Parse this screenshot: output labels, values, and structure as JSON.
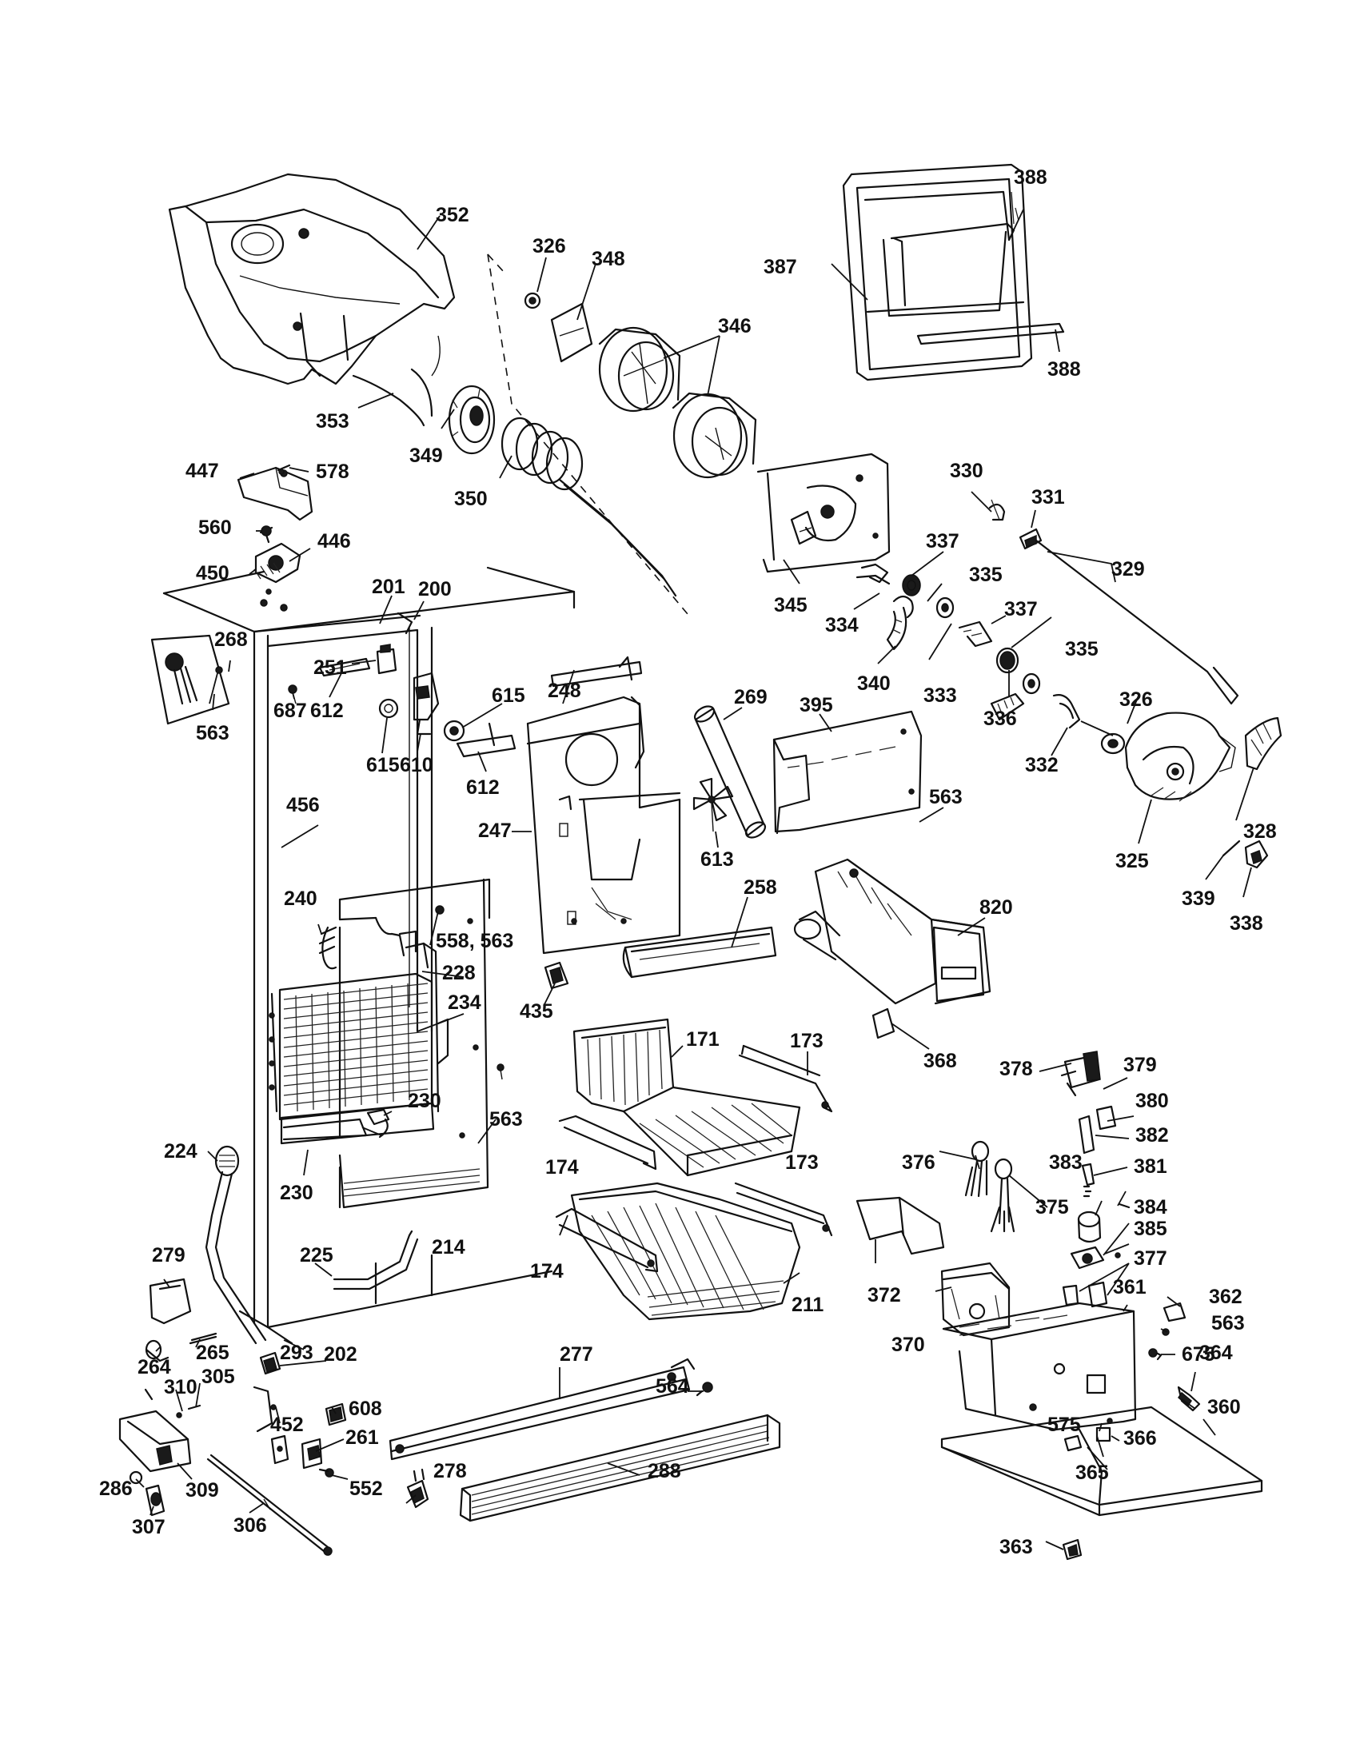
{
  "diagram": {
    "callouts": {
      "c352": "352",
      "c326a": "326",
      "c348": "348",
      "c346": "346",
      "c388a": "388",
      "c387": "387",
      "c388b": "388",
      "c353": "353",
      "c349": "349",
      "c350": "350",
      "c447": "447",
      "c578": "578",
      "c560": "560",
      "c446": "446",
      "c450": "450",
      "c345": "345",
      "c330": "330",
      "c331": "331",
      "c329": "329",
      "c337a": "337",
      "c335a": "335",
      "c334": "334",
      "c340": "340",
      "c333": "333",
      "c337b": "337",
      "c335b": "335",
      "c336": "336",
      "c332": "332",
      "c326b": "326",
      "c325": "325",
      "c328": "328",
      "c339": "339",
      "c338": "338",
      "c201": "201",
      "c200": "200",
      "c268": "268",
      "c563a": "563",
      "c251": "251",
      "c687": "687",
      "c612a": "612",
      "c615a": "615",
      "c615b": "615",
      "c610": "610",
      "c612b": "612",
      "c248": "248",
      "c269": "269",
      "c395": "395",
      "c563b": "563",
      "c456": "456",
      "c247": "247",
      "c613": "613",
      "c258": "258",
      "c820": "820",
      "c240": "240",
      "c558_563": "558, 563",
      "c228": "228",
      "c234": "234",
      "c435": "435",
      "c171": "171",
      "c173a": "173",
      "c368": "368",
      "c378": "378",
      "c379": "379",
      "c380": "380",
      "c382": "382",
      "c381": "381",
      "c230a": "230",
      "c563c": "563",
      "c230b": "230",
      "c224": "224",
      "c174a": "174",
      "c173b": "173",
      "c376": "376",
      "c383": "383",
      "c375": "375",
      "c384": "384",
      "c385": "385",
      "c377": "377",
      "c214": "214",
      "c225": "225",
      "c279": "279",
      "c174b": "174",
      "c211": "211",
      "c372": "372",
      "c370": "370",
      "c361": "361",
      "c362": "362",
      "c563d": "563",
      "c675": "675",
      "c364": "364",
      "c264": "264",
      "c265": "265",
      "c202": "202",
      "c293": "293",
      "c277": "277",
      "c564": "564",
      "c310": "310",
      "c305": "305",
      "c608": "608",
      "c452": "452",
      "c575": "575",
      "c366": "366",
      "c360": "360",
      "c261": "261",
      "c278": "278",
      "c288": "288",
      "c286": "286",
      "c309": "309",
      "c552": "552",
      "c365": "365",
      "c307": "307",
      "c306": "306",
      "c363": "363"
    }
  }
}
